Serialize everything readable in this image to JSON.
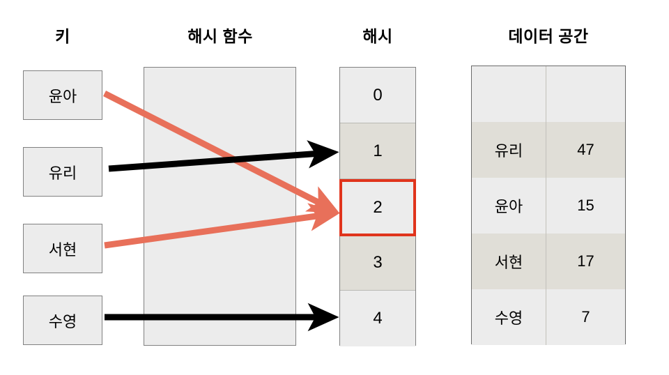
{
  "headers": {
    "keys": "키",
    "hash_function": "해시 함수",
    "hash": "해시",
    "data_space": "데이터 공간"
  },
  "keys": [
    {
      "label": "윤아"
    },
    {
      "label": "유리"
    },
    {
      "label": "서현"
    },
    {
      "label": "수영"
    }
  ],
  "hash_slots": [
    {
      "label": "0",
      "highlighted": false
    },
    {
      "label": "1",
      "highlighted": false
    },
    {
      "label": "2",
      "highlighted": true
    },
    {
      "label": "3",
      "highlighted": false
    },
    {
      "label": "4",
      "highlighted": false
    }
  ],
  "data_space": {
    "rows": [
      {
        "name": "",
        "value": ""
      },
      {
        "name": "유리",
        "value": "47"
      },
      {
        "name": "윤아",
        "value": "15"
      },
      {
        "name": "서현",
        "value": "17"
      },
      {
        "name": "수영",
        "value": "7"
      }
    ]
  },
  "arrows": [
    {
      "from_key": "윤아",
      "to_slot": "2",
      "color": "#e8705a",
      "style": "collision"
    },
    {
      "from_key": "유리",
      "to_slot": "1",
      "color": "#000000",
      "style": "normal"
    },
    {
      "from_key": "서현",
      "to_slot": "2",
      "color": "#e8705a",
      "style": "collision"
    },
    {
      "from_key": "수영",
      "to_slot": "4",
      "color": "#000000",
      "style": "normal"
    }
  ],
  "colors": {
    "collision_red": "#e8705a",
    "highlight_border": "#e0341c",
    "box_fill": "#ececec",
    "row_alt_fill": "#e0ded7",
    "box_border": "#808080",
    "arrow_black": "#000000"
  }
}
